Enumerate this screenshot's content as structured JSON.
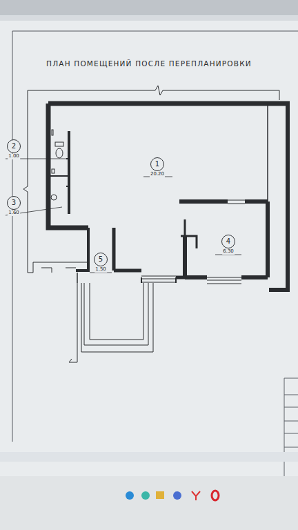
{
  "diagram": {
    "title": "ПЛАН ПОМЕЩЕНИЙ ПОСЛЕ ПЕРЕПЛАНИРОВКИ",
    "nodes": [
      {
        "text": [
          "2",
          "1.00"
        ]
      },
      {
        "text": [
          "3",
          "1.60"
        ]
      },
      {
        "text": [
          "1",
          "20.20"
        ]
      },
      {
        "text": [
          "4",
          "6.30"
        ]
      },
      {
        "text": [
          "5",
          "1.50"
        ]
      }
    ]
  }
}
